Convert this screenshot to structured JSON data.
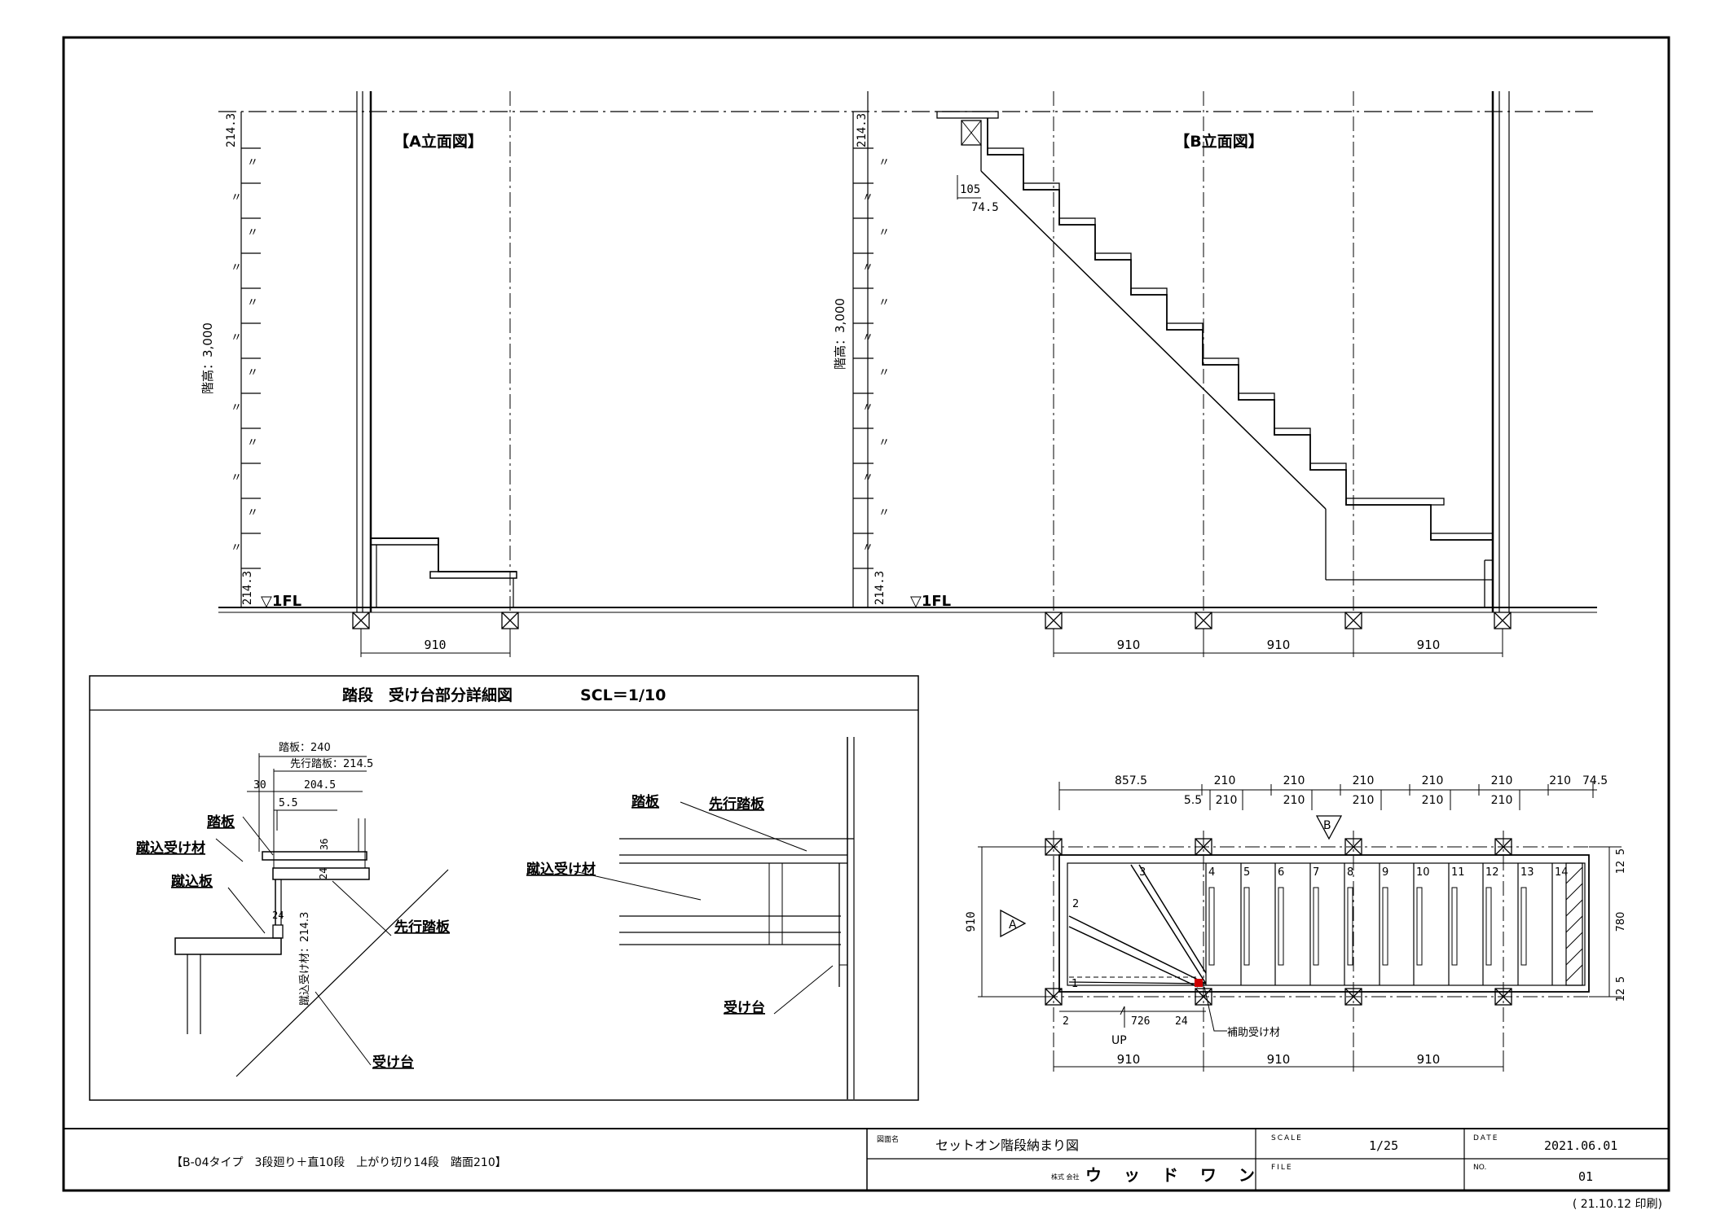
{
  "elevation_a": {
    "title": "【A立面図】",
    "floor_label": "▽1FL",
    "height_label": "階高：3,000",
    "riser_top": "214.3",
    "riser_bottom": "214.3",
    "ditto_mark": "〃",
    "span": "910"
  },
  "elevation_b": {
    "title": "【B立面図】",
    "floor_label": "▽1FL",
    "height_label": "階高：3,000",
    "riser_top": "214.3",
    "riser_bottom": "214.3",
    "ditto_mark": "〃",
    "dim_105": "105",
    "dim_745": "74.5",
    "spans": [
      "910",
      "910",
      "910"
    ]
  },
  "detail": {
    "title": "踏段　受け台部分詳細図",
    "scale": "SCL＝1/10",
    "dims": {
      "tread": "踏板：240",
      "lead_tread": "先行踏板：214.5",
      "d30": "30",
      "d2045": "204.5",
      "d55": "5.5",
      "d36": "36",
      "d24a": "24",
      "d24b": "24",
      "riser_mat": "蹴込受け材：214.3"
    },
    "labels": {
      "tread": "踏板",
      "riser_support": "蹴込受け材",
      "riser_board": "蹴込板",
      "lead_tread": "先行踏板",
      "support": "受け台"
    },
    "side_labels": {
      "tread": "踏板",
      "lead_tread": "先行踏板",
      "riser_support": "蹴込受け材",
      "support": "受け台"
    }
  },
  "plan": {
    "top_dims": [
      "857.5",
      "210",
      "210",
      "210",
      "210",
      "210",
      "210",
      "74.5"
    ],
    "sub_dims": [
      "5.5",
      "210",
      "210",
      "210",
      "210",
      "210"
    ],
    "marker_a": "A",
    "marker_b": "B",
    "steps": [
      "1",
      "2",
      "3",
      "4",
      "5",
      "6",
      "7",
      "8",
      "9",
      "10",
      "11",
      "12",
      "13",
      "14"
    ],
    "width": "910",
    "right_dims": [
      "12",
      "5",
      "780",
      "12",
      "5"
    ],
    "up": "UP",
    "d726": "726",
    "d24": "24",
    "d2": "2",
    "aux_support": "補助受け材",
    "spans": [
      "910",
      "910",
      "910"
    ]
  },
  "title_block": {
    "description": "【B-04タイプ　3段廻り＋直10段　上がり切り14段　踏面210】",
    "drawing_name_label": "図面名",
    "drawing_name": "セットオン階段納まり図",
    "company_prefix": "株式\n会社",
    "company": "ウ ッ ド ワ ン",
    "scale_label": "SCALE",
    "scale": "1/25",
    "file_label": "FILE",
    "date_label": "DATE",
    "date": "2021.06.01",
    "no_label": "NO.",
    "no": "01",
    "printed": "( 21.10.12 印刷)"
  },
  "colors": {
    "ink": "#000000",
    "highlight": "#cc0000",
    "background": "#ffffff"
  }
}
